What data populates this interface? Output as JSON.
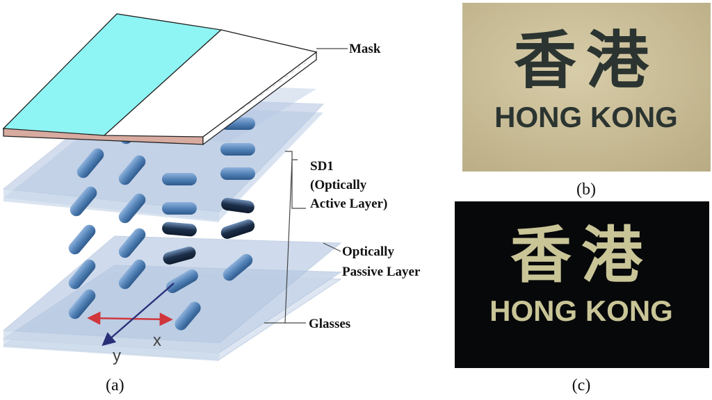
{
  "panel_a": {
    "caption": "(a)",
    "labels": {
      "mask": "Mask",
      "sd1_line1": "SD1",
      "sd1_line2": "(Optically",
      "sd1_line3": "Active Layer)",
      "passive_line1": "Optically",
      "passive_line2": "Passive Layer",
      "glasses": "Glasses"
    },
    "axes": {
      "x": "x",
      "y": "y"
    },
    "colors": {
      "mask_exposed": "#8ff4f4",
      "mask_opaque": "#ffffff",
      "mask_edge": "#d8aba0",
      "glass": "#b6c8e2",
      "molecule": "#4f7fb4",
      "molecule_dark": "#1c2f4a",
      "axis_x": "#d0363c",
      "axis_y": "#2a2f78"
    }
  },
  "panel_b": {
    "caption": "(b)",
    "text_cjk": "香港",
    "text_en": "HONG KONG",
    "colors": {
      "background": "#cbbf99",
      "text": "#2b3430"
    }
  },
  "panel_c": {
    "caption": "(c)",
    "text_cjk": "香港",
    "text_en": "HONG KONG",
    "colors": {
      "background": "#07080a",
      "text": "#c9c597"
    }
  }
}
